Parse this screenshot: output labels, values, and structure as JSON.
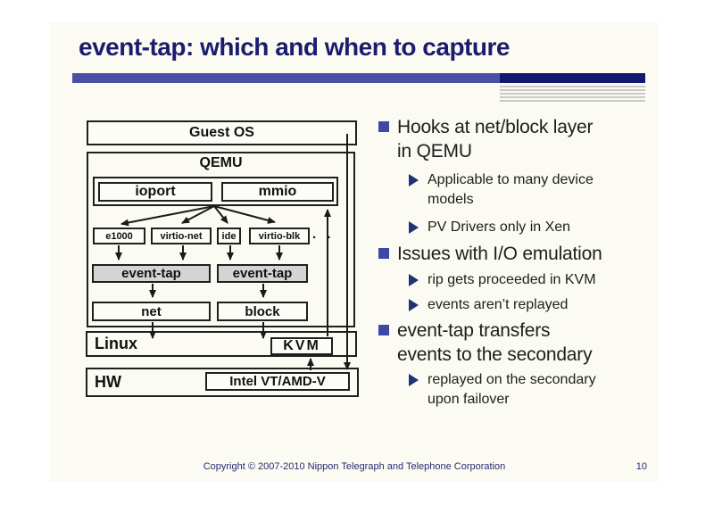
{
  "slide": {
    "title": "event-tap: which and when to capture",
    "footer": {
      "copyright": "Copyright © 2007-2010 Nippon Telegraph and Telephone Corporation",
      "page": "10"
    }
  },
  "colors": {
    "title_text": "#1c1c6e",
    "bar_left": "#4a50a6",
    "bar_right": "#111a6e",
    "bullet_square": "#3e49a5",
    "bullet_triangle": "#1e3474",
    "event_tap_fill": "#d4d4d4",
    "slide_background": "#fbfbf3"
  },
  "diagram": {
    "guest_os": "Guest OS",
    "qemu": "QEMU",
    "ioport": "ioport",
    "mmio": "mmio",
    "devices": [
      "e1000",
      "virtio-net",
      "ide",
      "virtio-blk"
    ],
    "ellipsis": ". .",
    "event_tap_left": "event-tap",
    "event_tap_right": "event-tap",
    "net": "net",
    "block": "block",
    "linux": "Linux",
    "kvm": "KVM",
    "hw": "HW",
    "intel": "Intel VT/AMD-V"
  },
  "bullets": [
    {
      "level": 1,
      "lines": [
        "Hooks at net/block layer",
        "in QEMU"
      ]
    },
    {
      "level": 2,
      "lines": [
        "Applicable to many device",
        "models"
      ]
    },
    {
      "level": 2,
      "lines": [
        "PV Drivers only in Xen"
      ]
    },
    {
      "level": 1,
      "lines": [
        "Issues with I/O emulation"
      ]
    },
    {
      "level": 2,
      "lines": [
        "rip gets proceeded in KVM"
      ]
    },
    {
      "level": 2,
      "lines": [
        "events aren’t replayed"
      ]
    },
    {
      "level": 1,
      "lines": [
        "event-tap transfers",
        "events to the secondary"
      ]
    },
    {
      "level": 2,
      "lines": [
        "replayed on the secondary",
        "upon failover"
      ]
    }
  ]
}
